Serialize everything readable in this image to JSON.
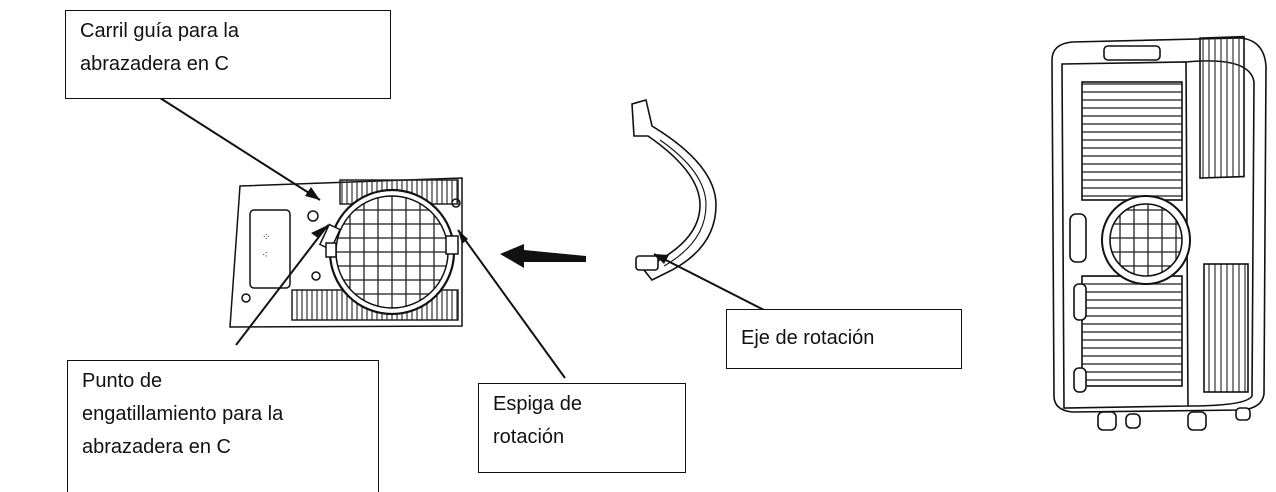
{
  "labels": {
    "carril": [
      "Carril guía para la",
      "abrazadera en C"
    ],
    "punto": [
      "Punto de",
      "engatillamiento para la",
      "abrazadera en C"
    ],
    "espiga": [
      "Espiga de",
      "rotación"
    ],
    "eje": [
      "Eje de rotación"
    ]
  },
  "icons": {
    "window_kit_panel": "window-kit-panel",
    "c_clamp": "c-clamp",
    "insert_arrow": "arrow-left",
    "air_conditioner": "portable-air-conditioner"
  },
  "colors": {
    "ink": "#111111",
    "background": "#ffffff"
  }
}
